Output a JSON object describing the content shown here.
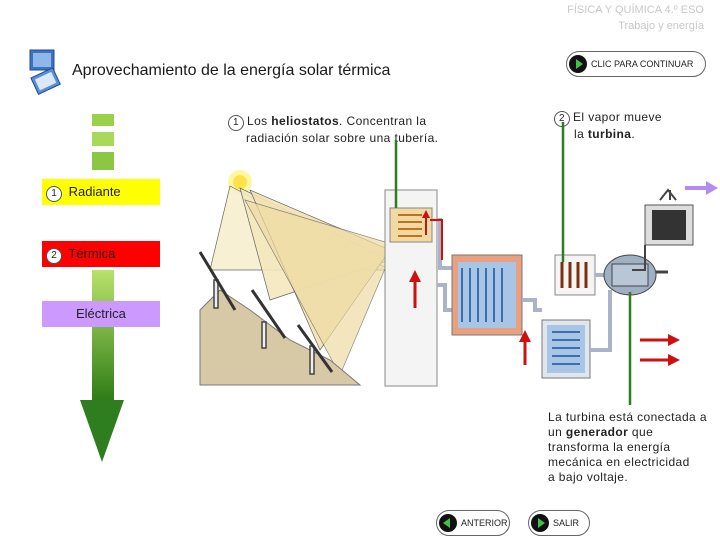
{
  "header": {
    "subject": "FÍSICA Y QUÍMICA 4.º ESO",
    "topic": "Trabajo y energía"
  },
  "title": "Aprovechamiento de la energía solar térmica",
  "continue_label": "CLIC PARA CONTINUAR",
  "steps": [
    {
      "num": "1",
      "text_a": "Los ",
      "bold": "heliostatos",
      "text_b": ". Concentran la",
      "line2": "radiación solar sobre una tubería."
    },
    {
      "num": "2",
      "text_a": "El vapor mueve",
      "line2_a": "la ",
      "bold": "turbina",
      "line2_b": "."
    }
  ],
  "energy_bars": [
    {
      "num": "1",
      "label": "Radiante",
      "color": "#ffff00"
    },
    {
      "num": "2",
      "label": "Térmica",
      "color": "#ff0000"
    },
    {
      "num": "",
      "label": "Eléctrica",
      "color": "#cc99ff"
    }
  ],
  "generator_note": {
    "l1": "La turbina está conectada a",
    "l2_a": "un ",
    "l2_bold": "generador",
    "l2_b": " que",
    "l3": "transforma la energía",
    "l4": "mecánica en electricidad",
    "l5": "a bajo voltaje."
  },
  "nav": {
    "prev_label": "ANTERIOR",
    "exit_label": "SALIR"
  },
  "colors": {
    "accent_green": "#3ec24a",
    "arrow_green": "#2e7d1f",
    "pipe_red": "#cc1111"
  }
}
